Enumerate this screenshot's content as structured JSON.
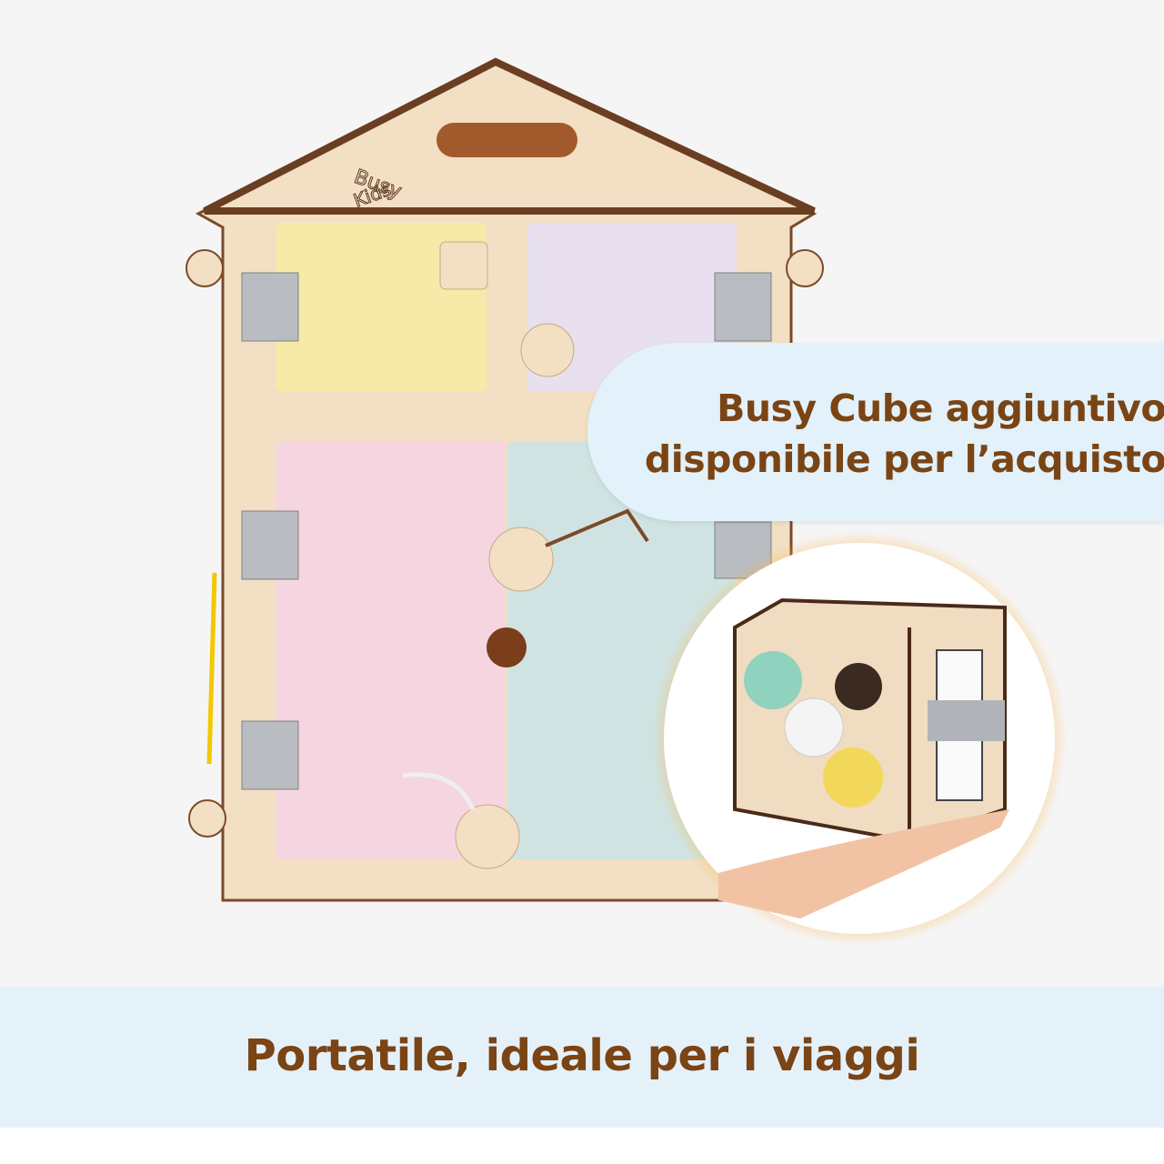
{
  "logo": {
    "text": "Busy Kids"
  },
  "callout": {
    "line1": "Busy Cube aggiuntivo",
    "line2": "disponibile per l’acquisto"
  },
  "banner": {
    "text": "Portatile, ideale per i viaggi"
  },
  "colors": {
    "text_brown": "#7a4414",
    "callout_bg": "#e2f1fa",
    "banner_bg": "#e5f1f9",
    "wood": "#f2dfc4",
    "door_yellow": "#f7eaa8",
    "door_lilac": "#e8e0ee",
    "door_pink": "#f5d6e0",
    "door_mint": "#cfe4e2"
  }
}
